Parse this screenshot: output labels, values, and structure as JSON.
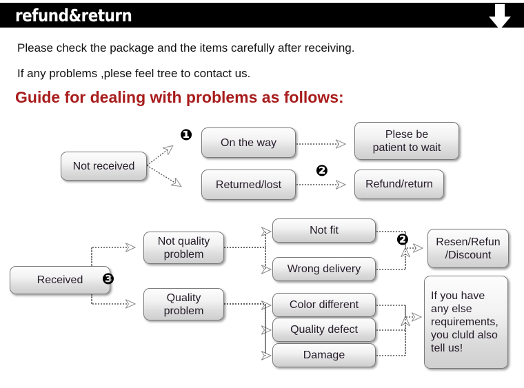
{
  "header": {
    "title": "refund&return",
    "arrow_icon": "down-arrow-icon",
    "bg_color": "#000000",
    "text_color": "#ffffff"
  },
  "intro": {
    "line1": "Please check the package and the items carefully after receiving.",
    "line2": "If any problems ,plese feel tree to contact us."
  },
  "guide": {
    "heading": "Guide for dealing with problems as follows:",
    "heading_color": "#A81C1C"
  },
  "flow": {
    "not_received": {
      "section1_root": "Not received",
      "on_the_way": "On the way",
      "returned_lost": "Returned/lost",
      "please_be_patient_l1": "Plese be",
      "please_be_patient_l2": "patient to wait",
      "refund_return": "Refund/return",
      "badge1": "❶",
      "badge2": "❷"
    },
    "received": {
      "section2_root": "Received",
      "badge3": "❸",
      "not_quality_l1": "Not quality",
      "not_quality_l2": "problem",
      "quality_l1": "Quality",
      "quality_l2": "problem",
      "not_fit": "Not fit",
      "wrong_delivery": "Wrong delivery",
      "color_different": "Color different",
      "quality_defect": "Quality defect",
      "damage": "Damage",
      "badge2": "❷",
      "resend_l1": "Resen/Refun",
      "resend_l2": "/Discount",
      "note_l1": "If you have",
      "note_l2": "any else",
      "note_l3": "requirements,",
      "note_l4": "you cluld also",
      "note_l5": "tell us!"
    }
  }
}
